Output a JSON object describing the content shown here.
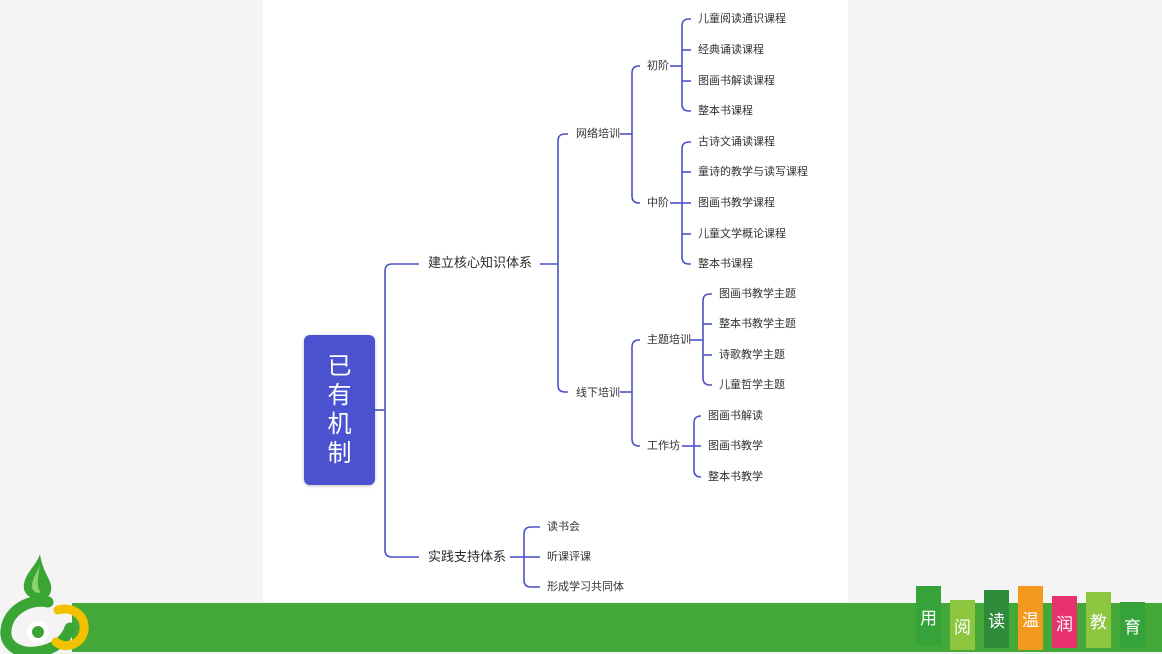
{
  "mindmap": {
    "root": "已有机制",
    "branches": [
      {
        "label": "建立核心知识体系",
        "children": [
          {
            "label": "网络培训",
            "children": [
              {
                "label": "初阶",
                "children": [
                  "儿童阅读通识课程",
                  "经典诵读课程",
                  "图画书解读课程",
                  "整本书课程"
                ]
              },
              {
                "label": "中阶",
                "children": [
                  "古诗文诵读课程",
                  "童诗的教学与读写课程",
                  "图画书教学课程",
                  "儿童文学概论课程",
                  "整本书课程"
                ]
              }
            ]
          },
          {
            "label": "线下培训",
            "children": [
              {
                "label": "主题培训",
                "children": [
                  "图画书教学主题",
                  "整本书教学主题",
                  "诗歌教学主题",
                  "儿童哲学主题"
                ]
              },
              {
                "label": "工作坊",
                "children": [
                  "图画书解读",
                  "图画书教学",
                  "整本书教学"
                ]
              }
            ]
          }
        ]
      },
      {
        "label": "实践支持体系",
        "children": [
          "读书会",
          "听课评课",
          "形成学习共同体"
        ]
      }
    ]
  },
  "slogan": {
    "chars": [
      "用",
      "阅",
      "读",
      "温",
      "润",
      "教",
      "育"
    ],
    "colors": [
      "#35a23a",
      "#8cc63f",
      "#2e8b3a",
      "#f39a1e",
      "#e8326e",
      "#8cc63f",
      "#35a23a"
    ]
  },
  "colors": {
    "line": "#4b52c6",
    "root_fill": "#4a52cf",
    "footer_bar": "#43a838",
    "logo_green": "#3aa535",
    "logo_yellow": "#f2c200"
  }
}
